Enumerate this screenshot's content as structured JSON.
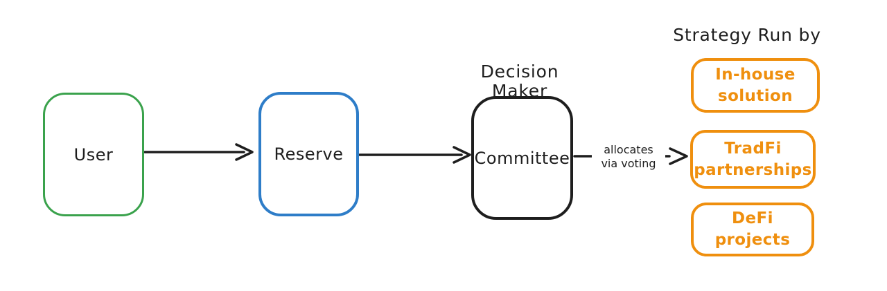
{
  "diagram": {
    "colors": {
      "ink": "#1e1e1e",
      "green": "#3aa24c",
      "blue": "#2e7dc8",
      "orange": "#ef8f0e",
      "background": "#ffffff"
    },
    "nodes": {
      "user": {
        "label": "User"
      },
      "reserve": {
        "label": "Reserve"
      },
      "committee": {
        "label": "Committee",
        "caption": "Decision Maker"
      }
    },
    "edges": {
      "committee_to_strategies": {
        "label_line1": "allocates",
        "label_line2": "via voting"
      }
    },
    "strategy": {
      "heading": "Strategy Run by",
      "options": [
        {
          "line1": "In-house",
          "line2": "solution"
        },
        {
          "line1": "TradFi",
          "line2": "partnerships"
        },
        {
          "line1": "DeFi",
          "line2": "projects"
        }
      ]
    }
  }
}
